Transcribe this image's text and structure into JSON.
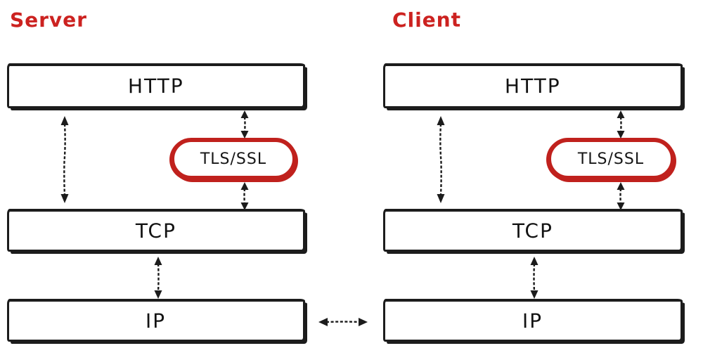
{
  "diagram": {
    "columns": [
      {
        "id": "server",
        "title": "Server",
        "layers": {
          "http": "HTTP",
          "tcp": "TCP",
          "ip": "IP"
        },
        "overlay": "TLS/SSL"
      },
      {
        "id": "client",
        "title": "Client",
        "layers": {
          "http": "HTTP",
          "tcp": "TCP",
          "ip": "IP"
        },
        "overlay": "TLS/SSL"
      }
    ],
    "colors": {
      "ink": "#1c1c1c",
      "accent_red": "#c0211d",
      "label_red": "#cc2220",
      "background": "#ffffff"
    }
  }
}
